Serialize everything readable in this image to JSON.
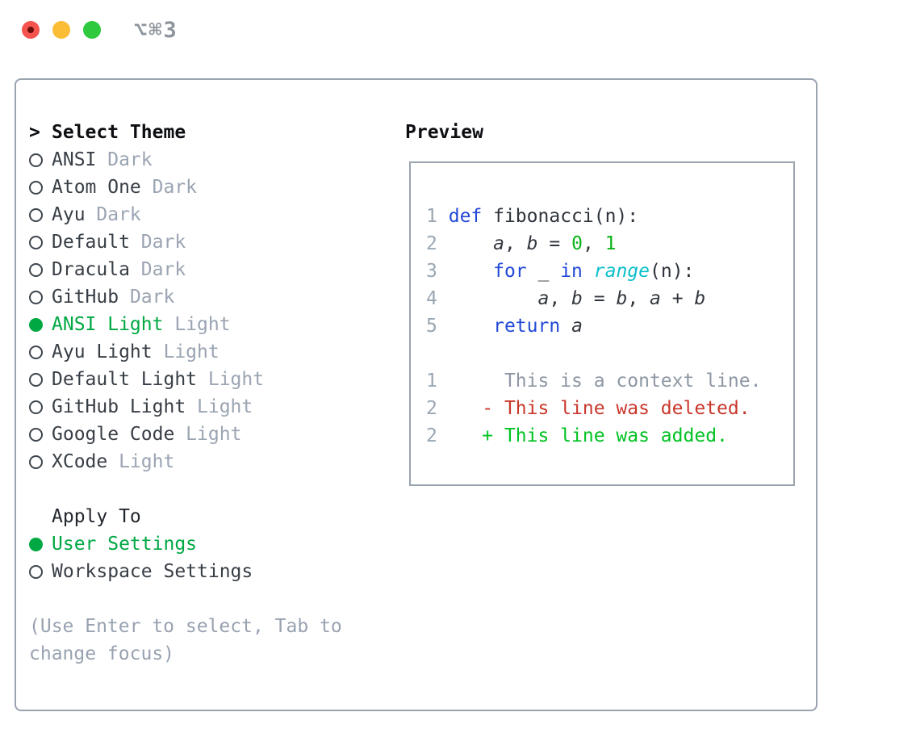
{
  "window": {
    "title": "⌥⌘3"
  },
  "colors": {
    "accent_green": "#00a843",
    "keyword_blue": "#2149d6",
    "function_cyan": "#0cc0ca",
    "literal_green": "#0db31a",
    "diff_red": "#c9372b",
    "diff_green": "#00c222",
    "muted_gray": "#9aa4b2",
    "border_gray": "#9aa4b0",
    "traffic_red": "#f4534e",
    "traffic_yellow": "#fbbd35",
    "traffic_green": "#2ec93e"
  },
  "select_theme": {
    "header_prefix": ">",
    "header": "Select Theme",
    "items": [
      {
        "label": "ANSI",
        "variant": "Dark",
        "selected": false
      },
      {
        "label": "Atom One",
        "variant": "Dark",
        "selected": false
      },
      {
        "label": "Ayu",
        "variant": "Dark",
        "selected": false
      },
      {
        "label": "Default",
        "variant": "Dark",
        "selected": false
      },
      {
        "label": "Dracula",
        "variant": "Dark",
        "selected": false
      },
      {
        "label": "GitHub",
        "variant": "Dark",
        "selected": false
      },
      {
        "label": "ANSI Light",
        "variant": "Light",
        "selected": true
      },
      {
        "label": "Ayu Light",
        "variant": "Light",
        "selected": false
      },
      {
        "label": "Default Light",
        "variant": "Light",
        "selected": false
      },
      {
        "label": "GitHub Light",
        "variant": "Light",
        "selected": false
      },
      {
        "label": "Google Code",
        "variant": "Light",
        "selected": false
      },
      {
        "label": "XCode",
        "variant": "Light",
        "selected": false
      }
    ]
  },
  "apply_to": {
    "header": "Apply To",
    "items": [
      {
        "label": "User Settings",
        "selected": true
      },
      {
        "label": "Workspace Settings",
        "selected": false
      }
    ]
  },
  "hint": "(Use Enter to select, Tab to change focus)",
  "preview": {
    "title": "Preview",
    "lines": [
      {
        "tokens": [
          {
            "t": "1",
            "c": "num"
          },
          {
            "t": " ",
            "c": "plain"
          },
          {
            "t": "def",
            "c": "kw"
          },
          {
            "t": " fibonacci(n):",
            "c": "plain"
          }
        ]
      },
      {
        "tokens": [
          {
            "t": "2",
            "c": "num"
          },
          {
            "t": "     ",
            "c": "plain"
          },
          {
            "t": "a",
            "c": "var"
          },
          {
            "t": ", ",
            "c": "plain"
          },
          {
            "t": "b",
            "c": "var"
          },
          {
            "t": " = ",
            "c": "plain"
          },
          {
            "t": "0",
            "c": "lit"
          },
          {
            "t": ", ",
            "c": "plain"
          },
          {
            "t": "1",
            "c": "lit"
          }
        ]
      },
      {
        "tokens": [
          {
            "t": "3",
            "c": "num"
          },
          {
            "t": "     ",
            "c": "plain"
          },
          {
            "t": "for",
            "c": "kw"
          },
          {
            "t": " _ ",
            "c": "plain"
          },
          {
            "t": "in",
            "c": "kw"
          },
          {
            "t": " ",
            "c": "plain"
          },
          {
            "t": "range",
            "c": "fn"
          },
          {
            "t": "(n):",
            "c": "plain"
          }
        ]
      },
      {
        "tokens": [
          {
            "t": "4",
            "c": "num"
          },
          {
            "t": "         ",
            "c": "plain"
          },
          {
            "t": "a",
            "c": "var"
          },
          {
            "t": ", ",
            "c": "plain"
          },
          {
            "t": "b",
            "c": "var"
          },
          {
            "t": " = ",
            "c": "plain"
          },
          {
            "t": "b",
            "c": "var"
          },
          {
            "t": ", ",
            "c": "plain"
          },
          {
            "t": "a",
            "c": "var"
          },
          {
            "t": " + ",
            "c": "plain"
          },
          {
            "t": "b",
            "c": "var"
          }
        ]
      },
      {
        "tokens": [
          {
            "t": "5",
            "c": "num"
          },
          {
            "t": "     ",
            "c": "plain"
          },
          {
            "t": "return",
            "c": "kw"
          },
          {
            "t": " ",
            "c": "plain"
          },
          {
            "t": "a",
            "c": "var"
          }
        ]
      },
      {
        "tokens": []
      },
      {
        "tokens": [
          {
            "t": "1",
            "c": "num"
          },
          {
            "t": "      This is a context line.",
            "c": "ctx"
          }
        ]
      },
      {
        "tokens": [
          {
            "t": "2",
            "c": "num"
          },
          {
            "t": "    ",
            "c": "plain"
          },
          {
            "t": "- This line was deleted.",
            "c": "del"
          }
        ]
      },
      {
        "tokens": [
          {
            "t": "2",
            "c": "num"
          },
          {
            "t": "    ",
            "c": "plain"
          },
          {
            "t": "+ This line was added.",
            "c": "add"
          }
        ]
      }
    ]
  }
}
